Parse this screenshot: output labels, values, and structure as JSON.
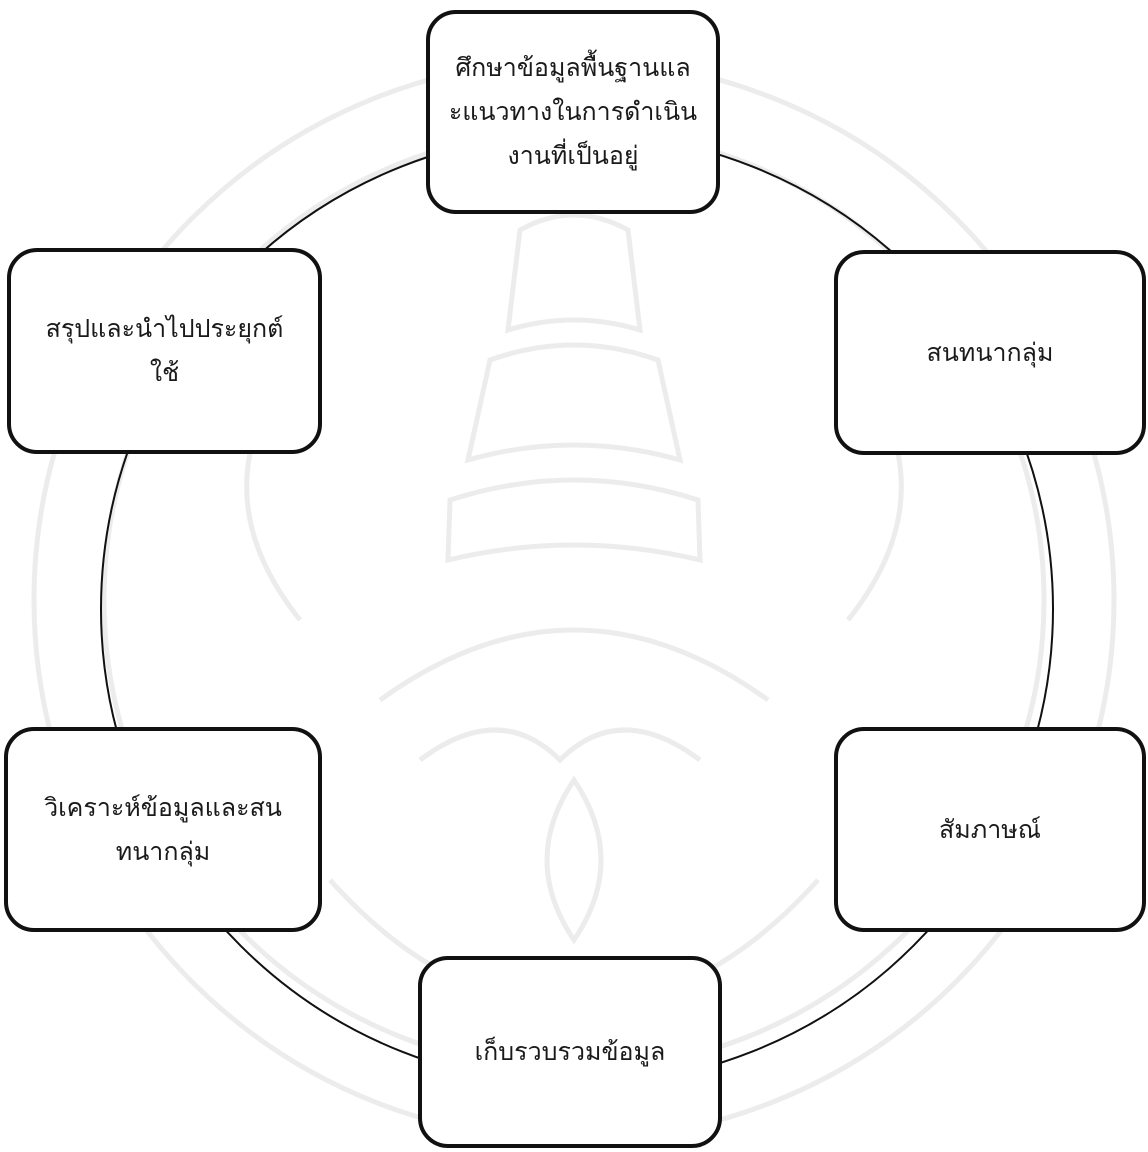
{
  "colors": {
    "background": "#ffffff",
    "stroke": "#111111",
    "text": "#1a1a1a",
    "watermark": "#ececec"
  },
  "watermark_icon": "university-seal-watermark",
  "steps": [
    {
      "label": "ศึกษาข้อมูลพื้นฐานแล\nะแนวทางในการดำเนิน\nงานที่เป็นอยู่"
    },
    {
      "label": "สนทนากลุ่ม"
    },
    {
      "label": "สัมภาษณ์"
    },
    {
      "label": "เก็บรวบรวมข้อมูล"
    },
    {
      "label": "วิเคราะห์ข้อมูลและสน\nทนากลุ่ม"
    },
    {
      "label": "สรุปและนำไปประยุกต์\nใช้"
    }
  ]
}
